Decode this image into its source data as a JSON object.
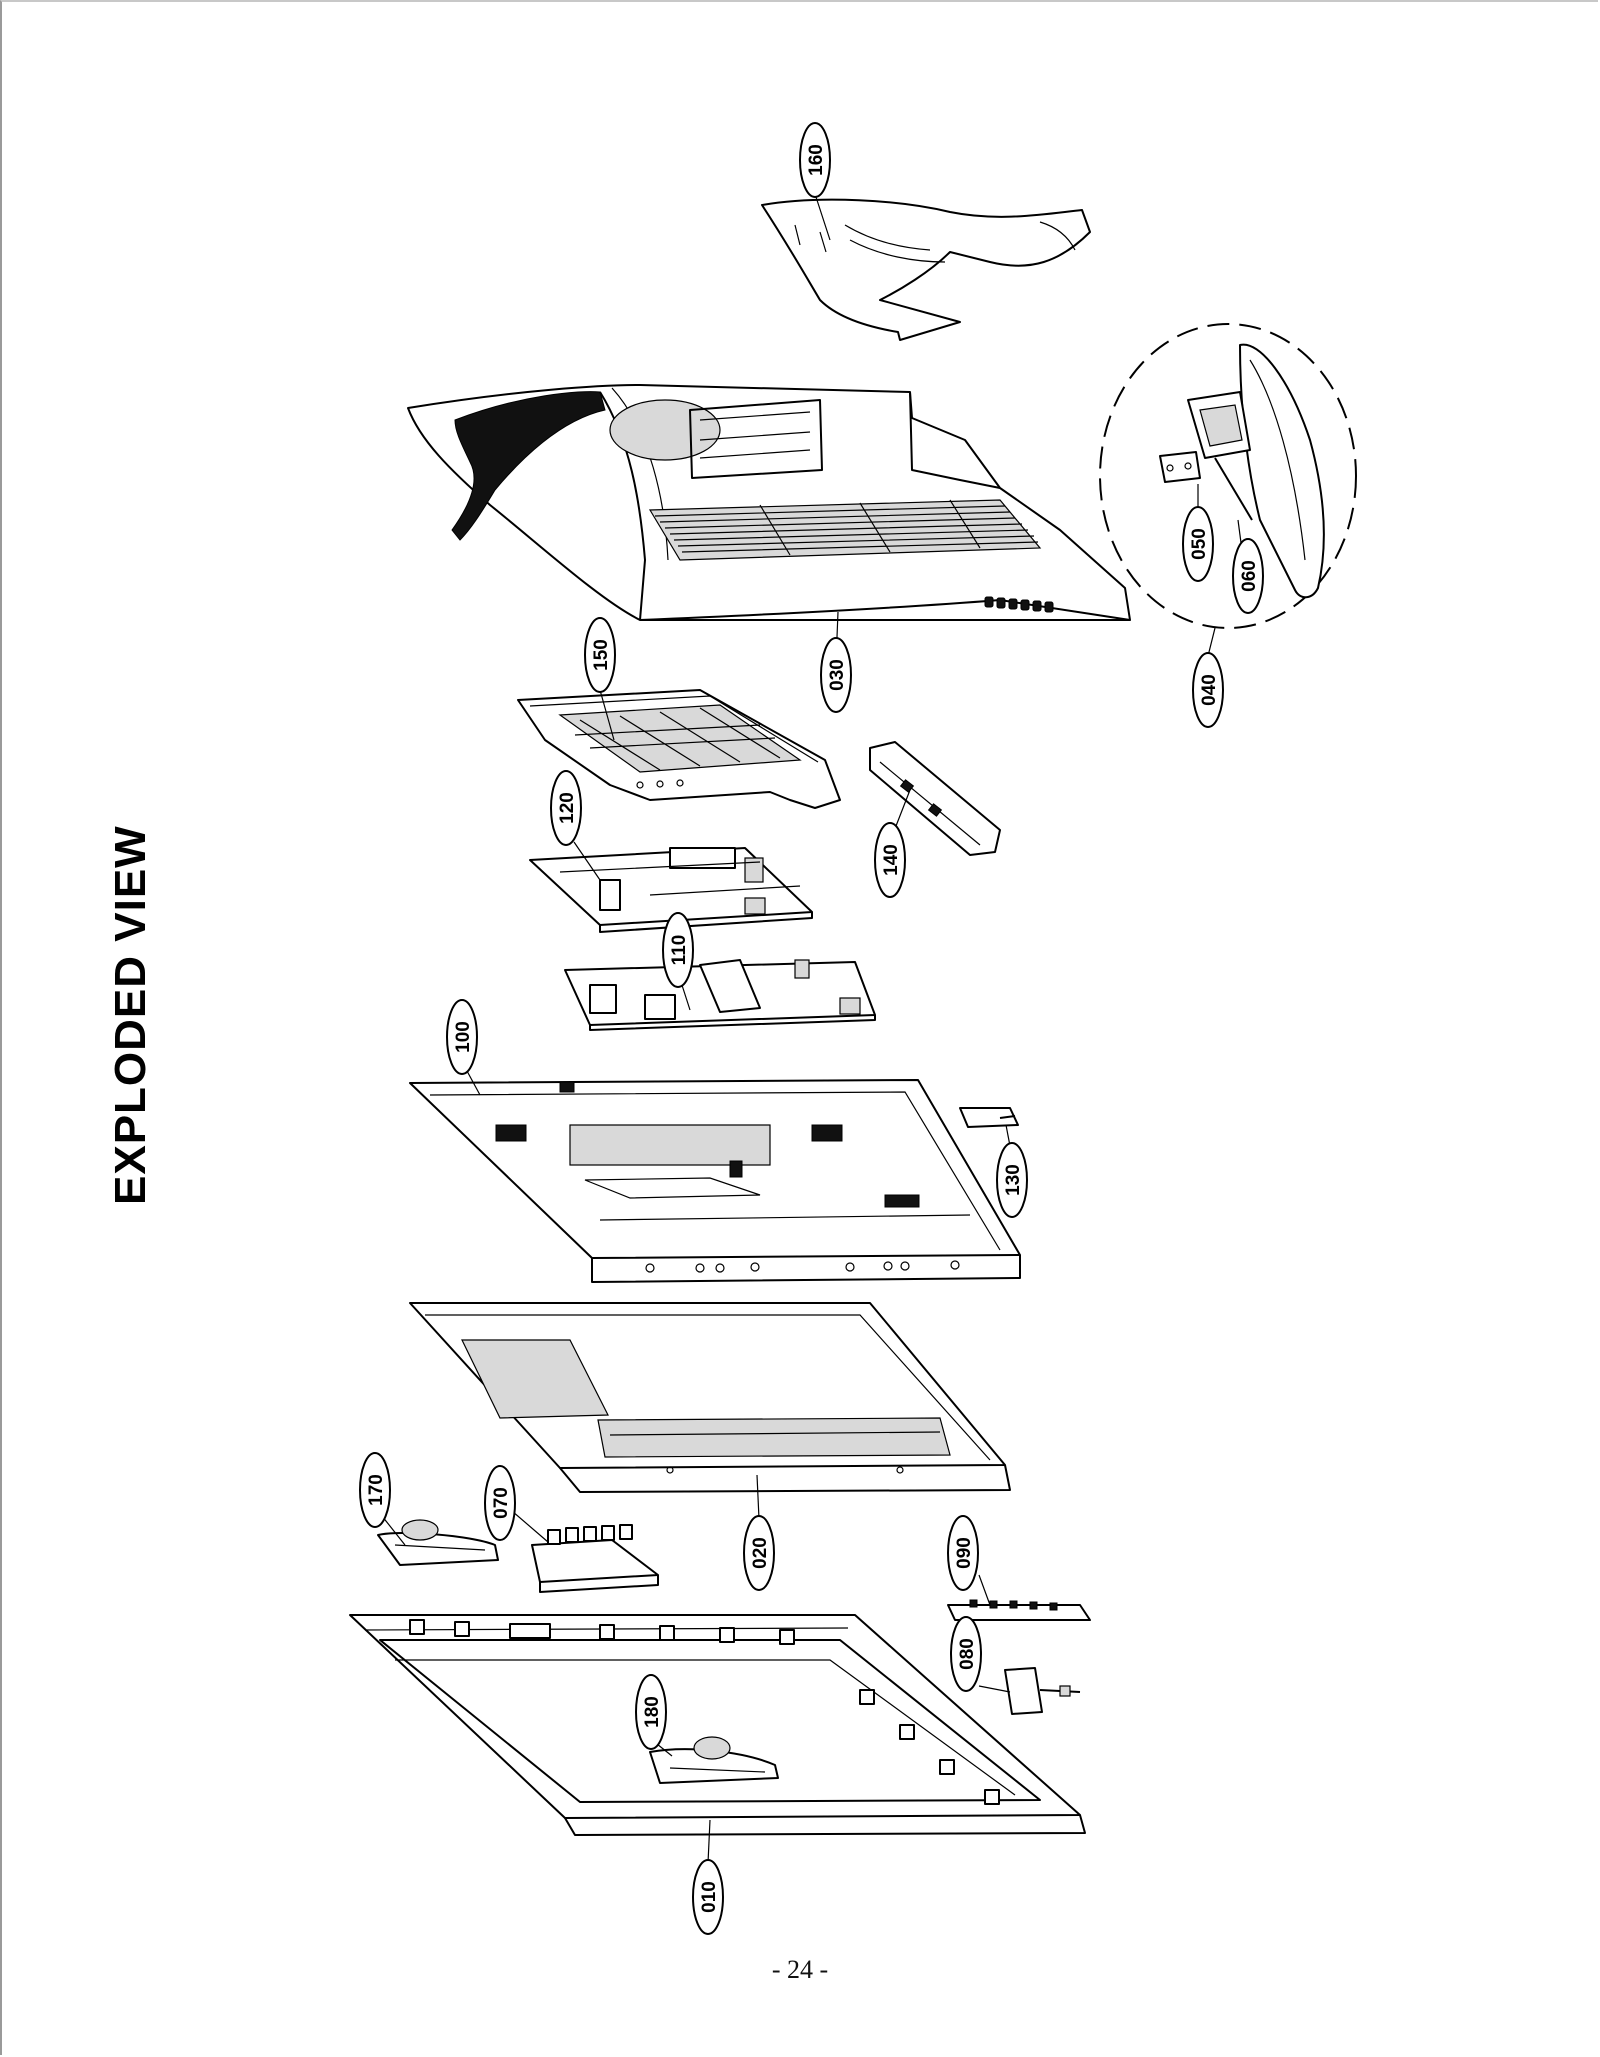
{
  "title": "EXPLODED VIEW",
  "page_number": "- 24 -",
  "callouts": {
    "p010": "010",
    "p020": "020",
    "p030": "030",
    "p040": "040",
    "p050": "050",
    "p060": "060",
    "p070": "070",
    "p080": "080",
    "p090": "090",
    "p100": "100",
    "p110": "110",
    "p120": "120",
    "p130": "130",
    "p140": "140",
    "p150": "150",
    "p160": "160",
    "p170": "170",
    "p180": "180"
  }
}
